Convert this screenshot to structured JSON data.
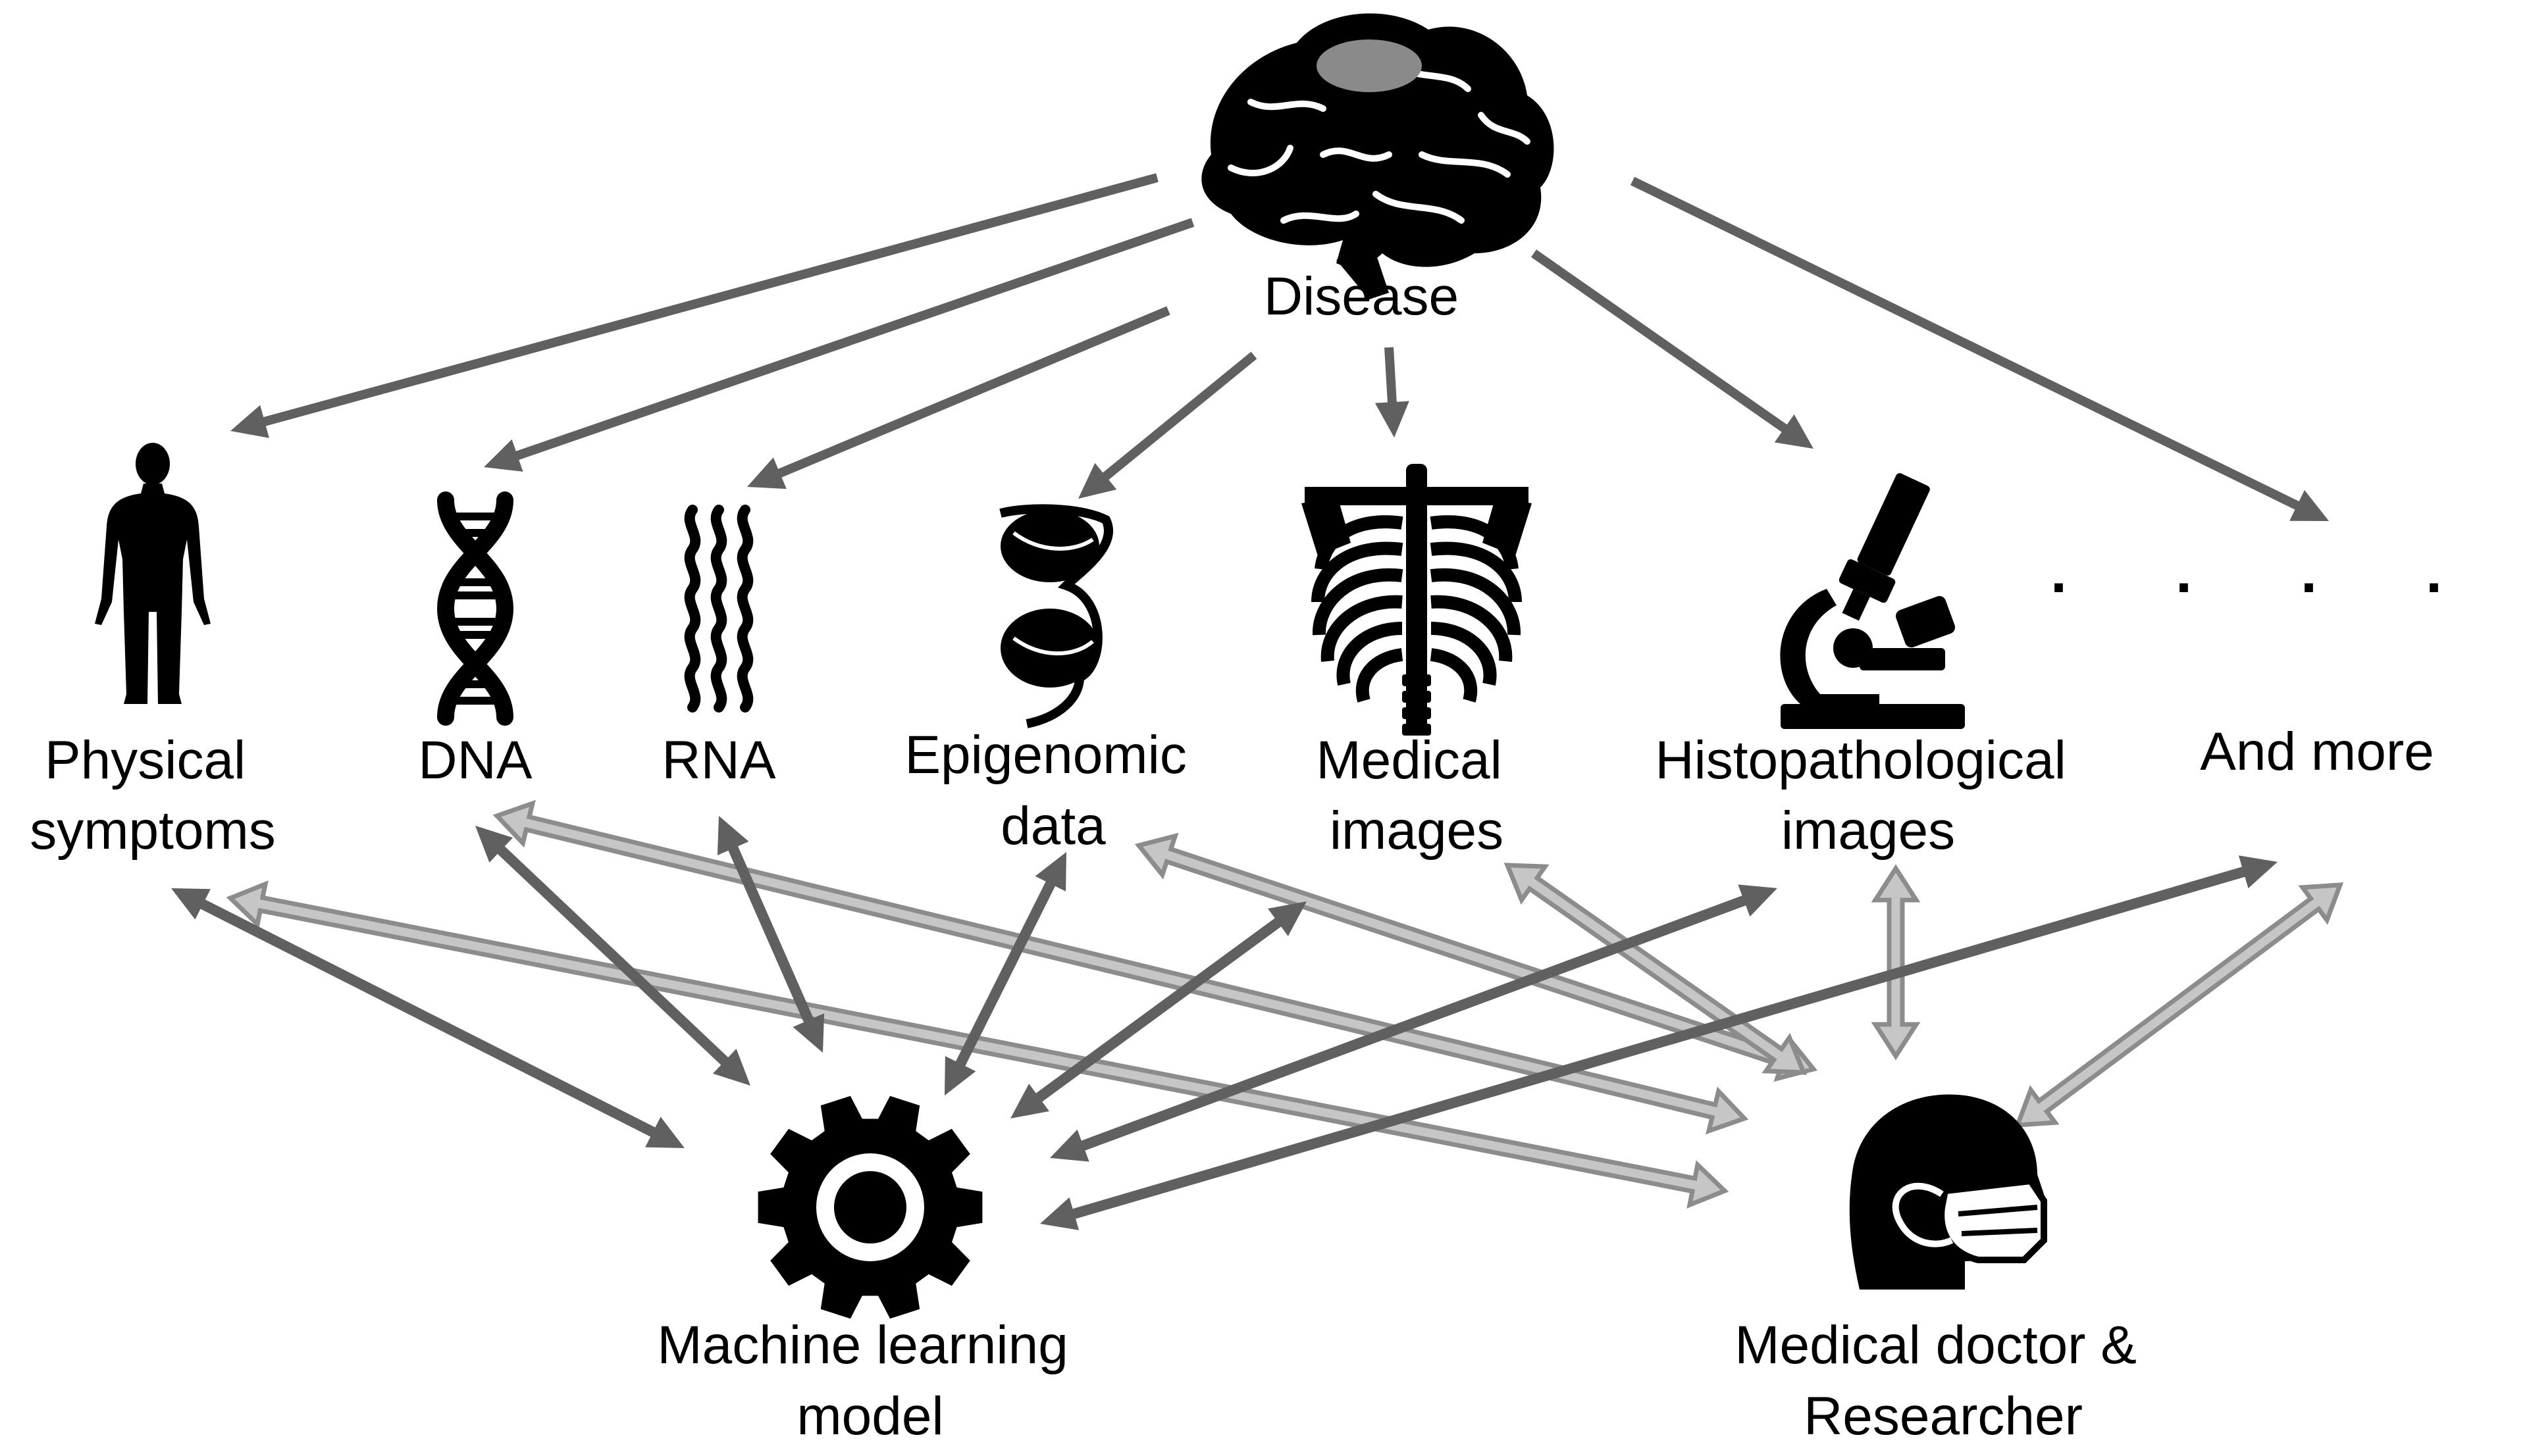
{
  "diagram": {
    "source": {
      "label": "Disease",
      "icon": "brain-icon"
    },
    "data_nodes": [
      {
        "key": "physical",
        "lines": [
          "Physical",
          "symptoms"
        ],
        "icon": "human-figure-icon"
      },
      {
        "key": "dna",
        "lines": [
          "DNA"
        ],
        "icon": "dna-helix-icon"
      },
      {
        "key": "rna",
        "lines": [
          "RNA"
        ],
        "icon": "rna-strands-icon"
      },
      {
        "key": "epigenomic",
        "lines": [
          "Epigenomic",
          "data"
        ],
        "icon": "chromatin-icon"
      },
      {
        "key": "medical_images",
        "lines": [
          "Medical",
          "images"
        ],
        "icon": "ribcage-xray-icon"
      },
      {
        "key": "histo",
        "lines": [
          "Histopathological",
          "images"
        ],
        "icon": "microscope-icon"
      },
      {
        "key": "more",
        "lines": [
          "And more"
        ],
        "icon": "ellipsis-dots",
        "ellipsis": ". . . . . ."
      }
    ],
    "consumers": [
      {
        "key": "ml",
        "lines": [
          "Machine learning",
          "model"
        ],
        "icon": "gear-icon"
      },
      {
        "key": "doctor",
        "lines": [
          "Medical doctor &",
          "Researcher"
        ],
        "icon": "masked-person-icon"
      }
    ],
    "edge_styles": {
      "disease_to_data": "dark-single-arrow",
      "ml_to_data": "dark-double-arrow",
      "doctor_to_data": "light-outlined-double-arrow"
    },
    "colors": {
      "dark_arrow": "#606060",
      "light_arrow_fill": "#c6c6c6",
      "light_arrow_stroke": "#8c8c8c",
      "icon": "#000000",
      "brain_highlight": "#8a8a8a"
    }
  }
}
